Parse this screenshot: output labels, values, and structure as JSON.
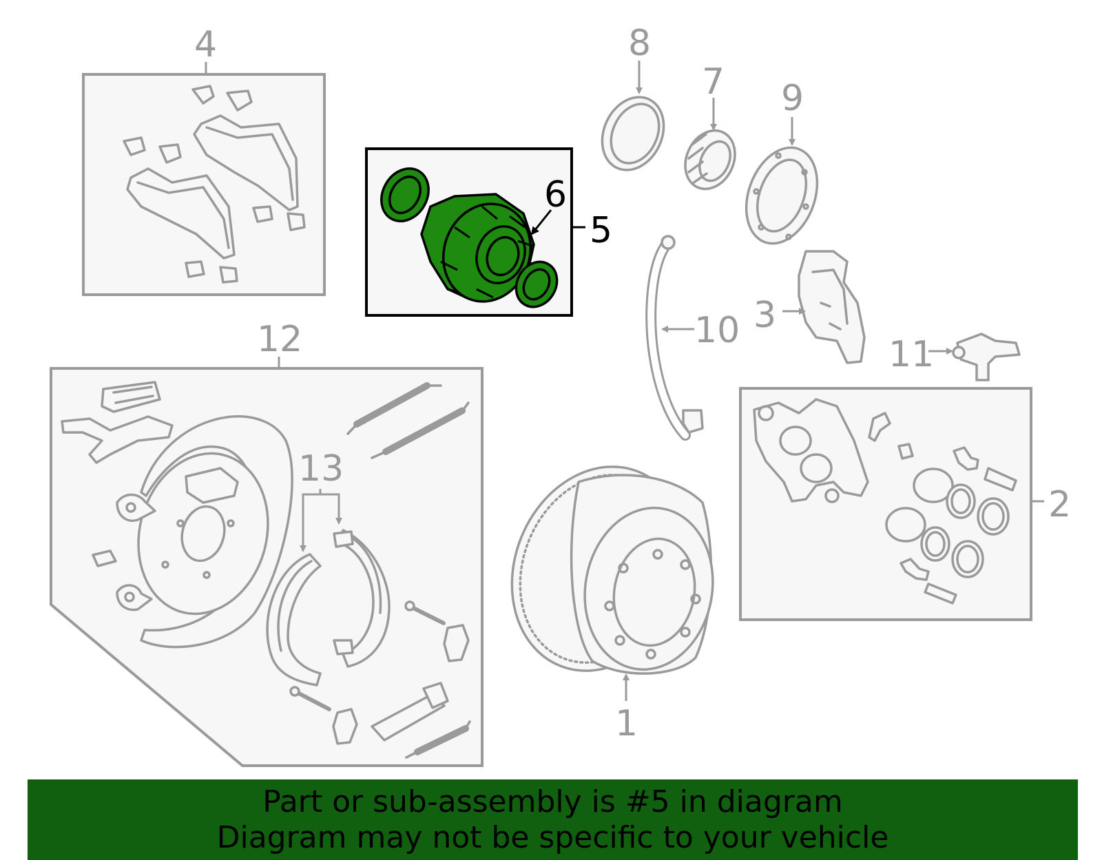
{
  "diagram": {
    "callouts": {
      "c1": "1",
      "c2": "2",
      "c3": "3",
      "c4": "4",
      "c5": "5",
      "c6": "6",
      "c7": "7",
      "c8": "8",
      "c9": "9",
      "c10": "10",
      "c11": "11",
      "c12": "12",
      "c13": "13"
    },
    "highlighted_part": "5",
    "colors": {
      "highlight": "#1f8a10",
      "banner": "#106010",
      "line": "#9a9a9a"
    }
  },
  "banner": {
    "line1": "Part or sub-assembly is #5 in diagram",
    "line2": "Diagram may not be specific to your vehicle"
  }
}
